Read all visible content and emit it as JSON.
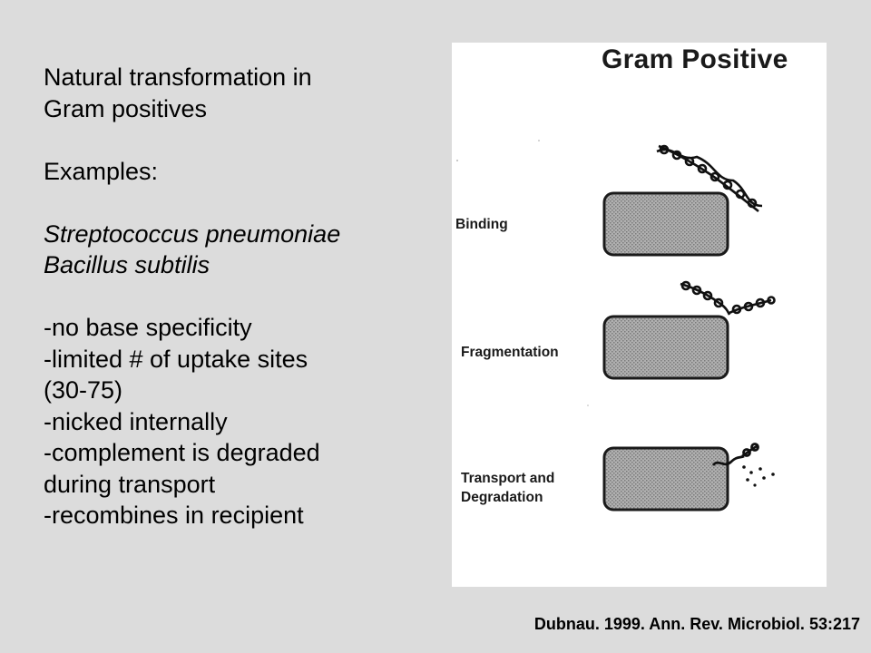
{
  "intro": {
    "title_line1": "Natural transformation in",
    "title_line2": "Gram positives",
    "examples_label": "Examples:",
    "species": [
      "Streptococcus pneumoniae",
      "Bacillus subtilis"
    ],
    "points": [
      "-no base specificity",
      "-limited # of uptake sites",
      "(30-75)",
      "-nicked internally",
      "-complement is degraded",
      "during transport",
      "-recombines in recipient"
    ]
  },
  "figure": {
    "title": "Gram Positive",
    "stages": {
      "binding": "Binding",
      "fragmentation": "Fragmentation",
      "transport_line1": "Transport and",
      "transport_line2": "Degradation"
    }
  },
  "citation": "Dubnau. 1999. Ann. Rev. Microbiol. 53:217"
}
